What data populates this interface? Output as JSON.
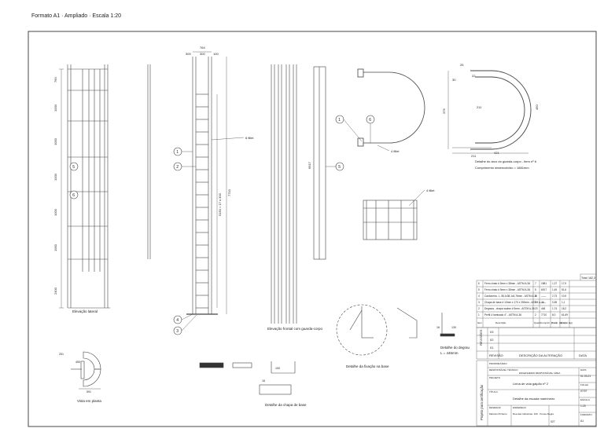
{
  "header_text": "Formato A1 · Ampliado · Escala 1:20",
  "callouts": [
    "1",
    "2",
    "3",
    "4",
    "5",
    "6"
  ],
  "views": {
    "lateral": "Elevação lateral",
    "frontal": "Elevação frontal com guarda-corpo",
    "planta": "Vista em planta",
    "chapa_base": "Detalhe da chapa de base",
    "ancoragem": "Detalhe da fixação na base",
    "arco_titulo": "Detalhe do arco do guarda-corpo - item nº 6",
    "arco_comprimento": "Comprimento desenvolvido = 1881mm",
    "degrau_titulo": "Detalhe do degrau",
    "degrau_comprimento": "L = 446mm"
  },
  "dims": {
    "top_total": "764",
    "top_left": "300",
    "top_mid": "300",
    "top_right": "100",
    "height_main": "7710",
    "height_sub": "5150 = 17 x 300",
    "span_1000": "1000",
    "span_200": "200",
    "arc_radius": "R677",
    "arc_width": "421",
    "arc_inner": "211",
    "arc_left": "376",
    "arc_right": "450",
    "arc_r2": "22",
    "arc_r3": "30",
    "arc_r4": "25",
    "plan_1": "591",
    "plan_2": "450",
    "plan_3": "251",
    "base_1": "100",
    "base_2": "16",
    "step_h": "130",
    "step_w": "16",
    "weld": "6 fillet",
    "weld2": "4 fillet"
  },
  "bom": {
    "total_label": "Total",
    "total_value": "182,3",
    "headers": [
      "Item",
      "Descrição",
      "Quant.",
      "Comprim. (mm)",
      "P. unit. (kg/m)",
      "P. total (kg)"
    ],
    "rows": [
      {
        "item": "6",
        "desc": "Ferro chato # 5mm x 38mm - ASTM A-36",
        "qty": "7",
        "len": "1881",
        "pu": "1,37",
        "pt": "17,9"
      },
      {
        "item": "5",
        "desc": "Ferro chato # 5mm x 38mm - ASTM A-36",
        "qty": "5",
        "len": "6917",
        "pu": "1,49",
        "pt": "51,6"
      },
      {
        "item": "4",
        "desc": "Cantoneira - L 38,1x38,1x4,76mm - ASTM A-36",
        "qty": "2",
        "len": "——",
        "pu": "2,73",
        "pt": "10,9"
      },
      {
        "item": "3",
        "desc": "Chapa de base # 10mm x 170 x 200mm - ASTM A-36",
        "qty": "2",
        "len": "——",
        "pu": "0,55",
        "pt": "1,1"
      },
      {
        "item": "2",
        "desc": "Degraus - chapa xadrez # 5mm - ASTM A-36",
        "qty": "23",
        "len": "446",
        "pu": "1,74",
        "pt": "18,2"
      },
      {
        "item": "1",
        "desc": "Perfil U laminado 4\" - ASTM A-36",
        "qty": "2",
        "len": "7710",
        "pu": "8,0",
        "pt": "61,69"
      }
    ]
  },
  "revisions": {
    "side_label": "REVISÕES",
    "rows": [
      "03",
      "02",
      "01"
    ],
    "col_rev": "REVISÃO",
    "col_desc": "DESCRIÇÃO DA ALTERAÇÃO",
    "col_date": "DATA"
  },
  "title_block": {
    "side_label": "Projeto para certificação",
    "f1_label": "PROPRIETÁRIO",
    "f2_label": "RESPONSÁVEL TÉCNICO",
    "f2_val": "ENGENHEIRO RESPONSÁVEL CREA",
    "f3_label": "PROJETO",
    "f3_val": "Linha de vida galpão nº 2",
    "f4_label": "TÍTULO",
    "f4_val": "Detalhe da escada marinheiro",
    "f5_label": "DESENHO",
    "f5_val": "Marcelo Pinheiro",
    "f6_label": "ENDEREÇO",
    "f6_val": "Rua das Indústrias, 100 · Pouso Alegre",
    "r_date_label": "DATA",
    "r_date": "01.03.21",
    "r_sheet_label": "FOLHA",
    "r_sheet": "07/07",
    "r_scale_label": "ESCALA",
    "r_scale": "1:25",
    "r_fmt_label": "FORMATO",
    "r_fmt": "A1",
    "r_code": "027"
  }
}
